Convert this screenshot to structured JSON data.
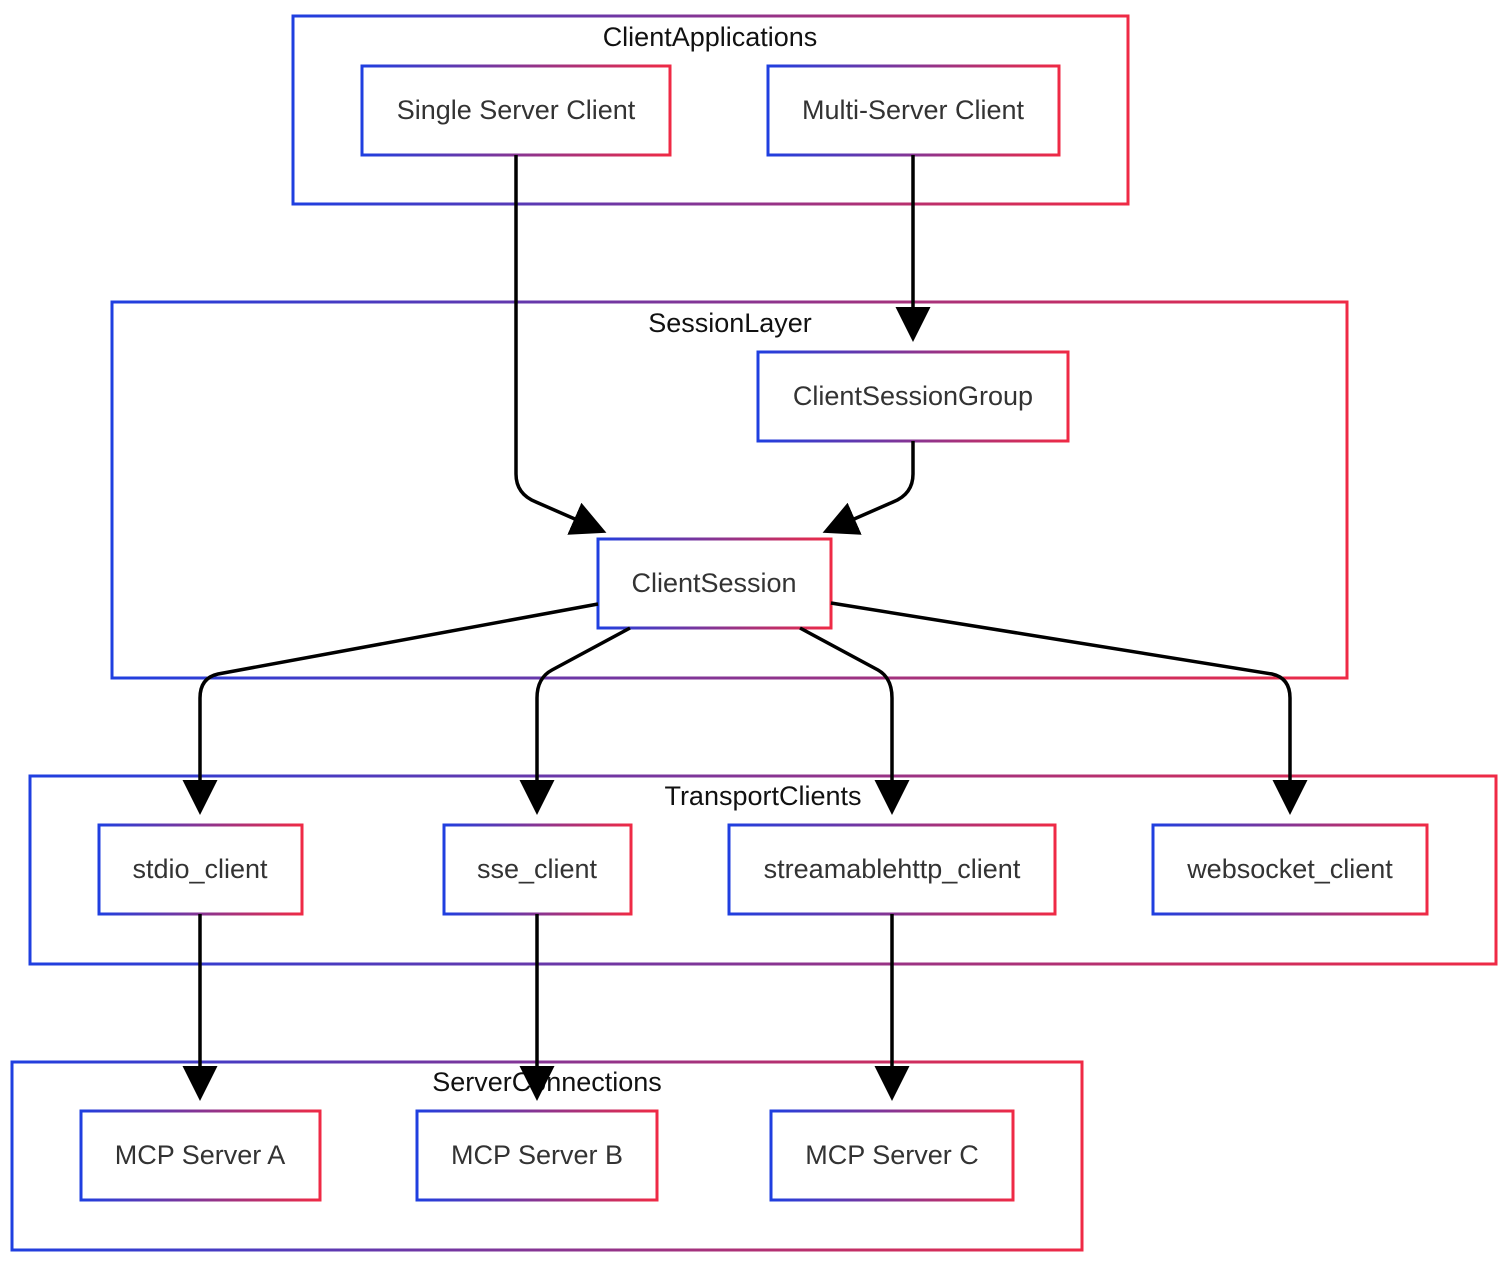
{
  "diagram": {
    "colors": {
      "border_start": "#1f3fe0",
      "border_end": "#ef2a45",
      "edge": "#000000",
      "background": "#ffffff"
    },
    "groups": {
      "client_applications": {
        "label": "ClientApplications"
      },
      "session_layer": {
        "label": "SessionLayer"
      },
      "transport_clients": {
        "label": "TransportClients"
      },
      "server_connections": {
        "label": "ServerConnections"
      }
    },
    "nodes": {
      "single_server_client": {
        "label": "Single Server Client"
      },
      "multi_server_client": {
        "label": "Multi-Server Client"
      },
      "client_session_group": {
        "label": "ClientSessionGroup"
      },
      "client_session": {
        "label": "ClientSession"
      },
      "stdio_client": {
        "label": "stdio_client"
      },
      "sse_client": {
        "label": "sse_client"
      },
      "streamablehttp_client": {
        "label": "streamablehttp_client"
      },
      "websocket_client": {
        "label": "websocket_client"
      },
      "mcp_server_a": {
        "label": "MCP Server A"
      },
      "mcp_server_b": {
        "label": "MCP Server B"
      },
      "mcp_server_c": {
        "label": "MCP Server C"
      }
    },
    "edges": [
      {
        "from": "Single Server Client",
        "to": "ClientSession"
      },
      {
        "from": "Multi-Server Client",
        "to": "ClientSessionGroup"
      },
      {
        "from": "ClientSessionGroup",
        "to": "ClientSession"
      },
      {
        "from": "ClientSession",
        "to": "stdio_client"
      },
      {
        "from": "ClientSession",
        "to": "sse_client"
      },
      {
        "from": "ClientSession",
        "to": "streamablehttp_client"
      },
      {
        "from": "ClientSession",
        "to": "websocket_client"
      },
      {
        "from": "stdio_client",
        "to": "MCP Server A"
      },
      {
        "from": "sse_client",
        "to": "MCP Server B"
      },
      {
        "from": "streamablehttp_client",
        "to": "MCP Server C"
      }
    ]
  }
}
